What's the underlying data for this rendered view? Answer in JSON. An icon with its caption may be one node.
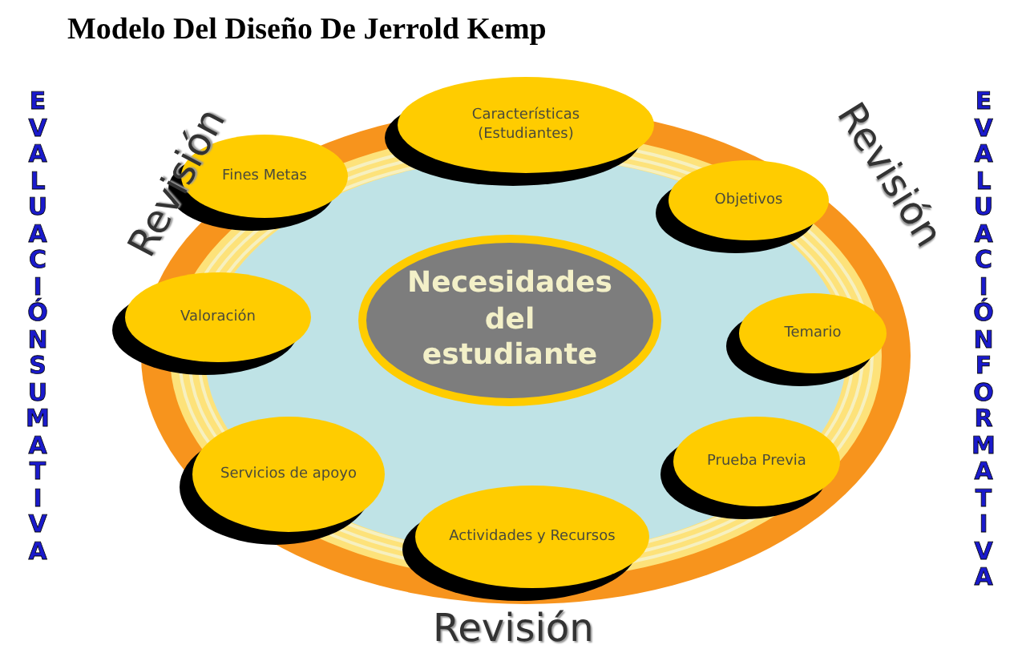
{
  "diagram": {
    "title": "Modelo Del Diseño De Jerrold Kemp",
    "nodes": [
      {
        "text": [
          "Características (Estudiantes)"
        ]
      },
      {
        "text": [
          "Fines Metas"
        ]
      },
      {
        "text": [
          "Objetivos"
        ]
      },
      {
        "text": [
          "Valoración"
        ]
      },
      {
        "text": [
          "Necesidades del estudiante"
        ]
      },
      {
        "text": [
          "Temario"
        ]
      },
      {
        "text": [
          "Servicios de apoyo"
        ]
      },
      {
        "text": [
          "Prueba Previa"
        ]
      },
      {
        "text": [
          "Actividades y Recursos"
        ]
      }
    ],
    "labels": [
      "Revisión",
      "Revisión",
      "EVALUACIÓN SUMATIVA",
      "EVALUACIÓN FORMATIVA",
      "Revisión"
    ]
  }
}
